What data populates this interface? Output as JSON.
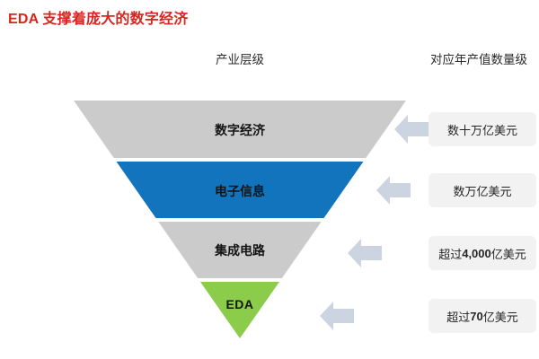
{
  "title": "EDA 支撑着庞大的数字经济",
  "columns": {
    "left_header": "产业层级",
    "right_header": "对应年产值数量级"
  },
  "funnel": {
    "type": "inverted-pyramid",
    "layers": [
      {
        "label": "数字经济",
        "color": "#cccbcb",
        "value_pre": "数十万亿美元",
        "value_strong": "",
        "value_post": ""
      },
      {
        "label": "电子信息",
        "color": "#1274bc",
        "value_pre": "数万亿美元",
        "value_strong": "",
        "value_post": ""
      },
      {
        "label": "集成电路",
        "color": "#cccbcb",
        "value_pre": "超过",
        "value_strong": "4,000",
        "value_post": "亿美元"
      },
      {
        "label": "EDA",
        "color": "#8bcc4a",
        "value_pre": "超过",
        "value_strong": "70",
        "value_post": "亿美元"
      }
    ]
  },
  "icons": {
    "arrow": "left-block-arrow"
  },
  "colors": {
    "title_red": "#d7261f",
    "layer_gray": "#cccbcb",
    "layer_blue": "#1274bc",
    "layer_green": "#8bcc4a",
    "arrow_fill": "#cdd4e1",
    "badge_bg": "#f2f2f2",
    "text_dark": "#262626"
  }
}
